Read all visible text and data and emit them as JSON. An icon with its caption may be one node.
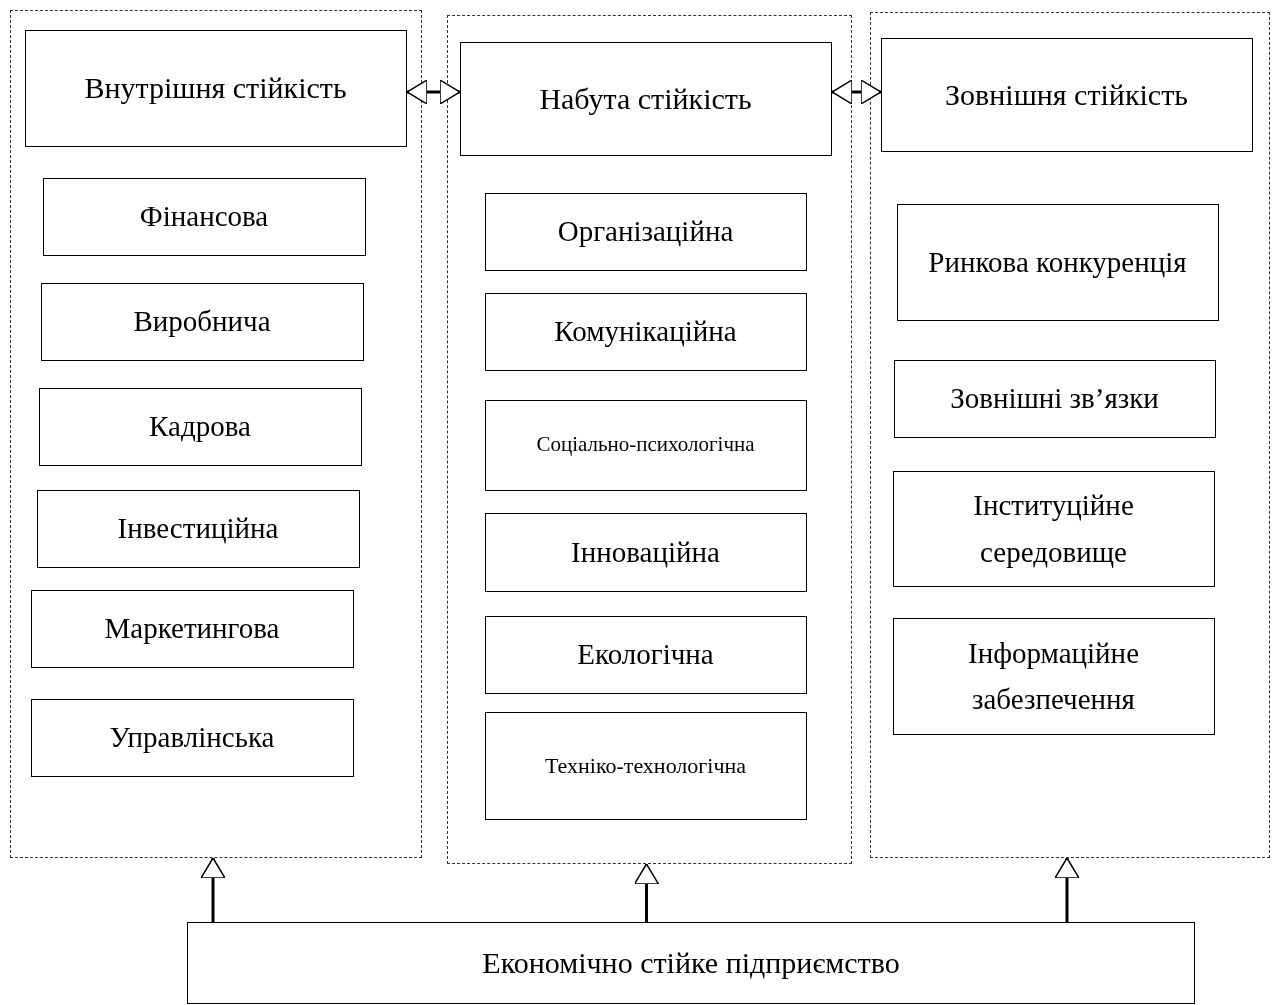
{
  "diagram": {
    "nodes": [
      {
        "text": [],
        "shape": "box"
      },
      {
        "text": [
          "Внутрішня стійкість"
        ],
        "in": 0
      },
      {
        "text": [
          "Фінансова"
        ],
        "in": 0
      },
      {
        "text": [
          "Виробнича"
        ],
        "in": 0
      },
      {
        "text": [
          "Кадрова"
        ],
        "in": 0
      },
      {
        "text": [
          "Інвестиційна"
        ],
        "in": 0
      },
      {
        "text": [
          "Маркетингова"
        ],
        "in": 0
      },
      {
        "text": [
          "Управлінська"
        ],
        "in": 0
      },
      {
        "text": [],
        "shape": "box"
      },
      {
        "text": [
          "Набута стійкість"
        ],
        "in": 8
      },
      {
        "text": [
          "Організаційна"
        ],
        "in": 8
      },
      {
        "text": [
          "Комунікаційна"
        ],
        "in": 8
      },
      {
        "text": [
          "Соціально-психологічна"
        ],
        "in": 8
      },
      {
        "text": [
          "Інноваційна"
        ],
        "in": 8
      },
      {
        "text": [
          "Екологічна"
        ],
        "in": 8
      },
      {
        "text": [
          "Техніко-технологічна"
        ],
        "in": 8
      },
      {
        "text": [],
        "shape": "box"
      },
      {
        "text": [
          "Зовнішня стійкість"
        ],
        "in": 16
      },
      {
        "text": [
          "Ринкова конкуренція"
        ],
        "in": 16
      },
      {
        "text": [
          "Зовнішні зв’язки"
        ],
        "in": 16
      },
      {
        "text": [
          "Інституційне середовище"
        ],
        "in": 16
      },
      {
        "text": [
          "Інформаційне забезпечення"
        ],
        "in": 16
      },
      {
        "text": [
          "Економічно стійке підприємство"
        ]
      }
    ],
    "edges": [
      {
        "from": 1,
        "to": 9,
        "arrow": "both"
      },
      {
        "from": 9,
        "to": 17,
        "arrow": "both"
      },
      {
        "from": 22,
        "to": 0,
        "arrow": "to"
      },
      {
        "from": 22,
        "to": 8,
        "arrow": "to"
      },
      {
        "from": 22,
        "to": 16,
        "arrow": "to"
      }
    ]
  }
}
